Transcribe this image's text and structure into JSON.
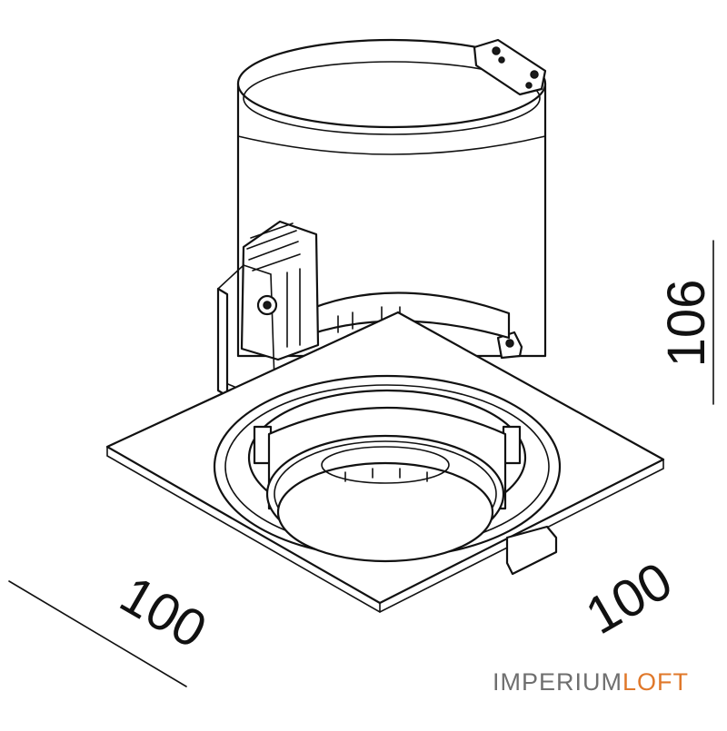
{
  "dimensions": {
    "width_left": "100",
    "width_right": "100",
    "height": "106"
  },
  "brand": {
    "part1": "IMPERIUM",
    "part2": "LOFT"
  },
  "colors": {
    "line": "#111111",
    "brand_gray": "#6f6f6f",
    "brand_accent": "#e0782a",
    "background": "#ffffff"
  }
}
